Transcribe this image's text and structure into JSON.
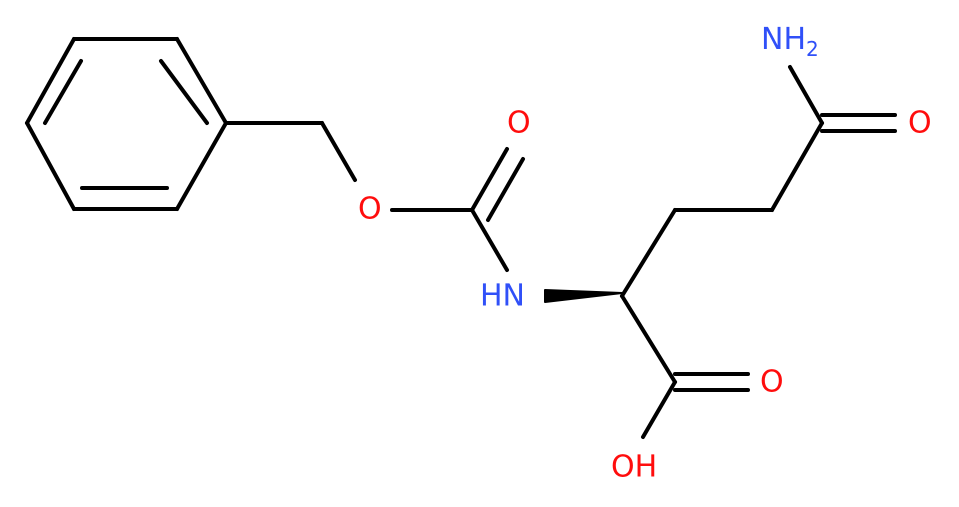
{
  "colors": {
    "bond": "#000000",
    "oxygen": "#ff0d0d",
    "nitrogen": "#3050f8",
    "background": "#ffffff"
  },
  "atoms": {
    "amide_n": {
      "main": "NH",
      "sub": "2"
    },
    "amide_o": "O",
    "carbamate_carbonyl_o": "O",
    "ester_o": "O",
    "carbamate_nh": "HN",
    "acid_carbonyl_o": "O",
    "acid_oh": "OH"
  },
  "bond_types": {
    "stereo_center": "wedge",
    "aromatic_ring": "benzene"
  }
}
